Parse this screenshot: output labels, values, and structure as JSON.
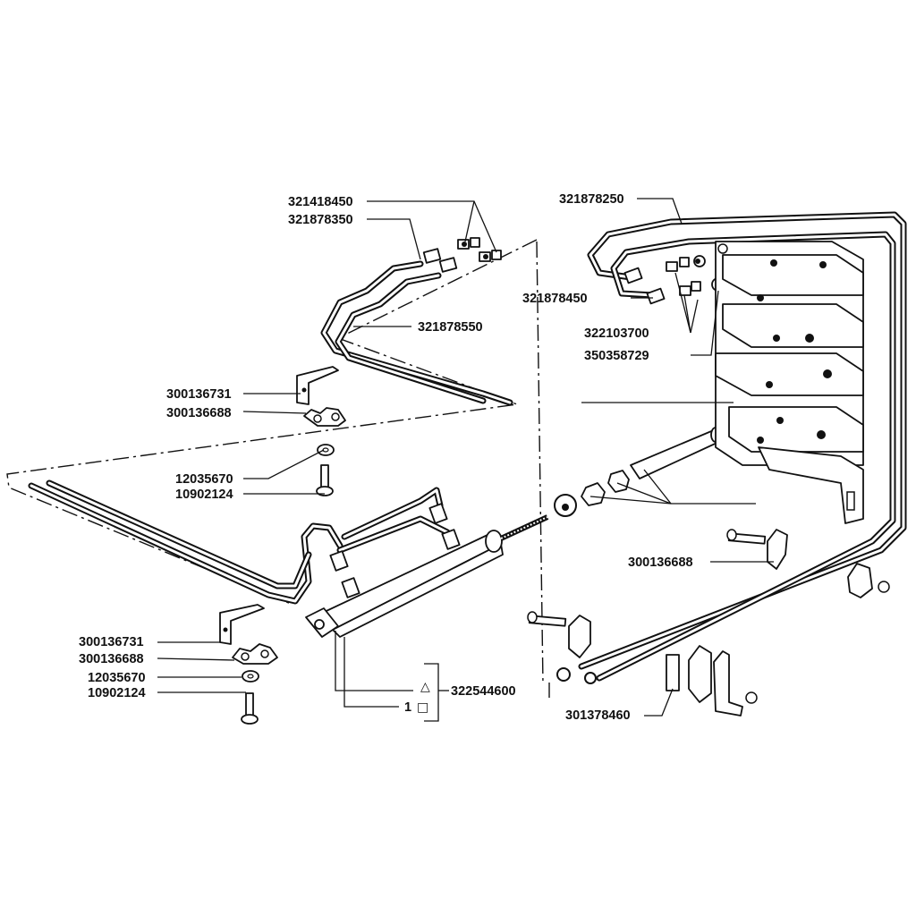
{
  "labels": {
    "p321418450": "321418450",
    "p321878350": "321878350",
    "p321878550": "321878550",
    "p300136731_a": "300136731",
    "p300136688_a": "300136688",
    "p12035670_a": "12035670",
    "p10902124_a": "10902124",
    "p300136731_b": "300136731",
    "p300136688_b": "300136688",
    "p12035670_b": "12035670",
    "p10902124_b": "10902124",
    "p322544600": "322544600",
    "p321878250": "321878250",
    "p321878450": "321878450",
    "p322103700": "322103700",
    "p350358729": "350358729",
    "p300136688_c": "300136688",
    "p301378460": "301378460"
  },
  "cylinder_note": {
    "qty": "1",
    "triangle": "△",
    "square": "□"
  }
}
